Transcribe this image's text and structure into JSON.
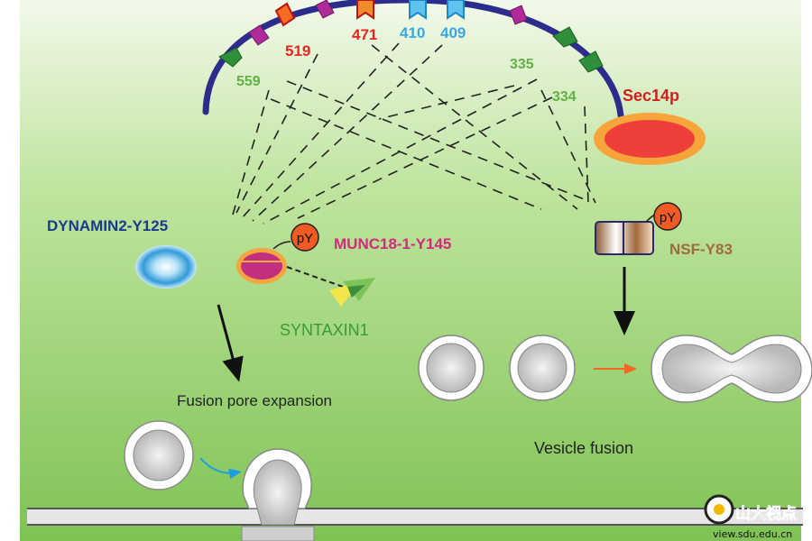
{
  "sites": {
    "s559": "559",
    "s519": "519",
    "s471": "471",
    "s410": "410",
    "s409": "409",
    "s335": "335",
    "s334": "334"
  },
  "proteins": {
    "sec14p": "Sec14p",
    "dynamin": "DYNAMIN2-Y125",
    "munc18": "MUNC18-1-Y145",
    "nsf": "NSF-Y83",
    "syntaxin": "SYNTAXIN1",
    "py_munc": "pY",
    "py_nsf": "pY"
  },
  "processes": {
    "pore": "Fusion pore expansion",
    "vesicle": "Vesicle fusion"
  },
  "watermark": {
    "brand": "山大视点",
    "url": "view.sdu.edu.cn"
  },
  "colors": {
    "green_site": "#63b045",
    "red_site": "#e8261e",
    "blue_site": "#3aa7e3",
    "dynamin_text": "#1a3a8f",
    "munc_text": "#d5287f",
    "nsf_text": "#a06a3e",
    "syntaxin_text": "#3a9a3a",
    "sec14_text": "#d21e1e"
  }
}
